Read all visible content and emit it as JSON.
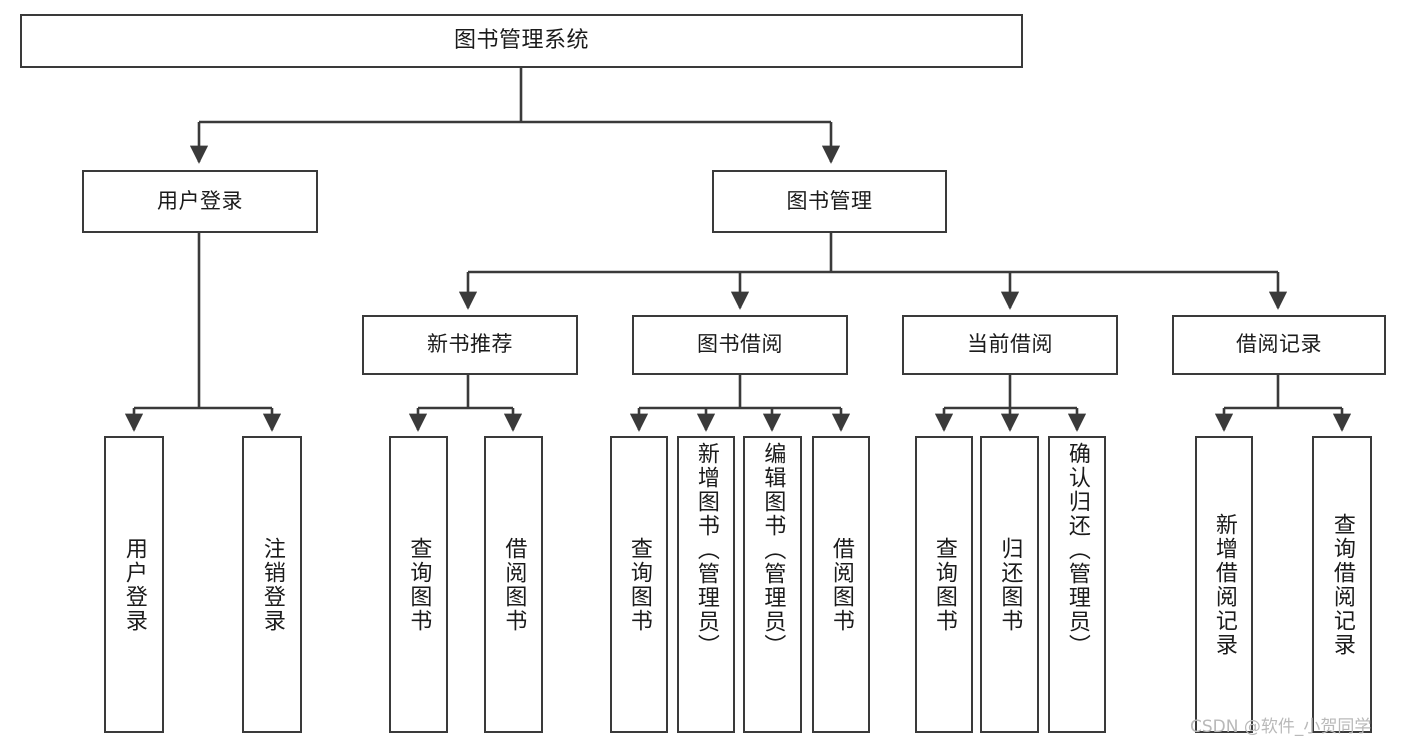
{
  "diagram": {
    "type": "tree",
    "title": "图书管理系统",
    "watermark": "CSDN @软件_小贺同学",
    "colors": {
      "box_border": "#3a3a3a",
      "box_fill": "#ffffff",
      "connector": "#3a3a3a",
      "text": "#1b1b1b",
      "watermark": "#b9b9b9"
    },
    "nodes": {
      "root": {
        "label": "图书管理系统"
      },
      "level2": [
        {
          "id": "user-login",
          "label": "用户登录"
        },
        {
          "id": "book-manage",
          "label": "图书管理"
        }
      ],
      "level3": [
        {
          "id": "new-book-recommend",
          "label": "新书推荐"
        },
        {
          "id": "book-borrow",
          "label": "图书借阅"
        },
        {
          "id": "current-borrow",
          "label": "当前借阅"
        },
        {
          "id": "borrow-record",
          "label": "借阅记录"
        }
      ],
      "leaves": {
        "user-login": [
          {
            "id": "leaf-user-login",
            "label": "用户登录"
          },
          {
            "id": "leaf-logout-login",
            "label": "注销登录"
          }
        ],
        "new-book-recommend": [
          {
            "id": "leaf-query-book-1",
            "label": "查询图书"
          },
          {
            "id": "leaf-borrow-book-1",
            "label": "借阅图书"
          }
        ],
        "book-borrow": [
          {
            "id": "leaf-query-book-2",
            "label": "查询图书"
          },
          {
            "id": "leaf-add-book",
            "label": "新增图书（管理员）"
          },
          {
            "id": "leaf-edit-book",
            "label": "编辑图书（管理员）"
          },
          {
            "id": "leaf-borrow-book-2",
            "label": "借阅图书"
          }
        ],
        "current-borrow": [
          {
            "id": "leaf-query-book-3",
            "label": "查询图书"
          },
          {
            "id": "leaf-return-book",
            "label": "归还图书"
          },
          {
            "id": "leaf-confirm-return",
            "label": "确认归还（管理员）"
          }
        ],
        "borrow-record": [
          {
            "id": "leaf-add-record",
            "label": "新增借阅记录"
          },
          {
            "id": "leaf-query-record",
            "label": "查询借阅记录"
          }
        ]
      }
    }
  }
}
